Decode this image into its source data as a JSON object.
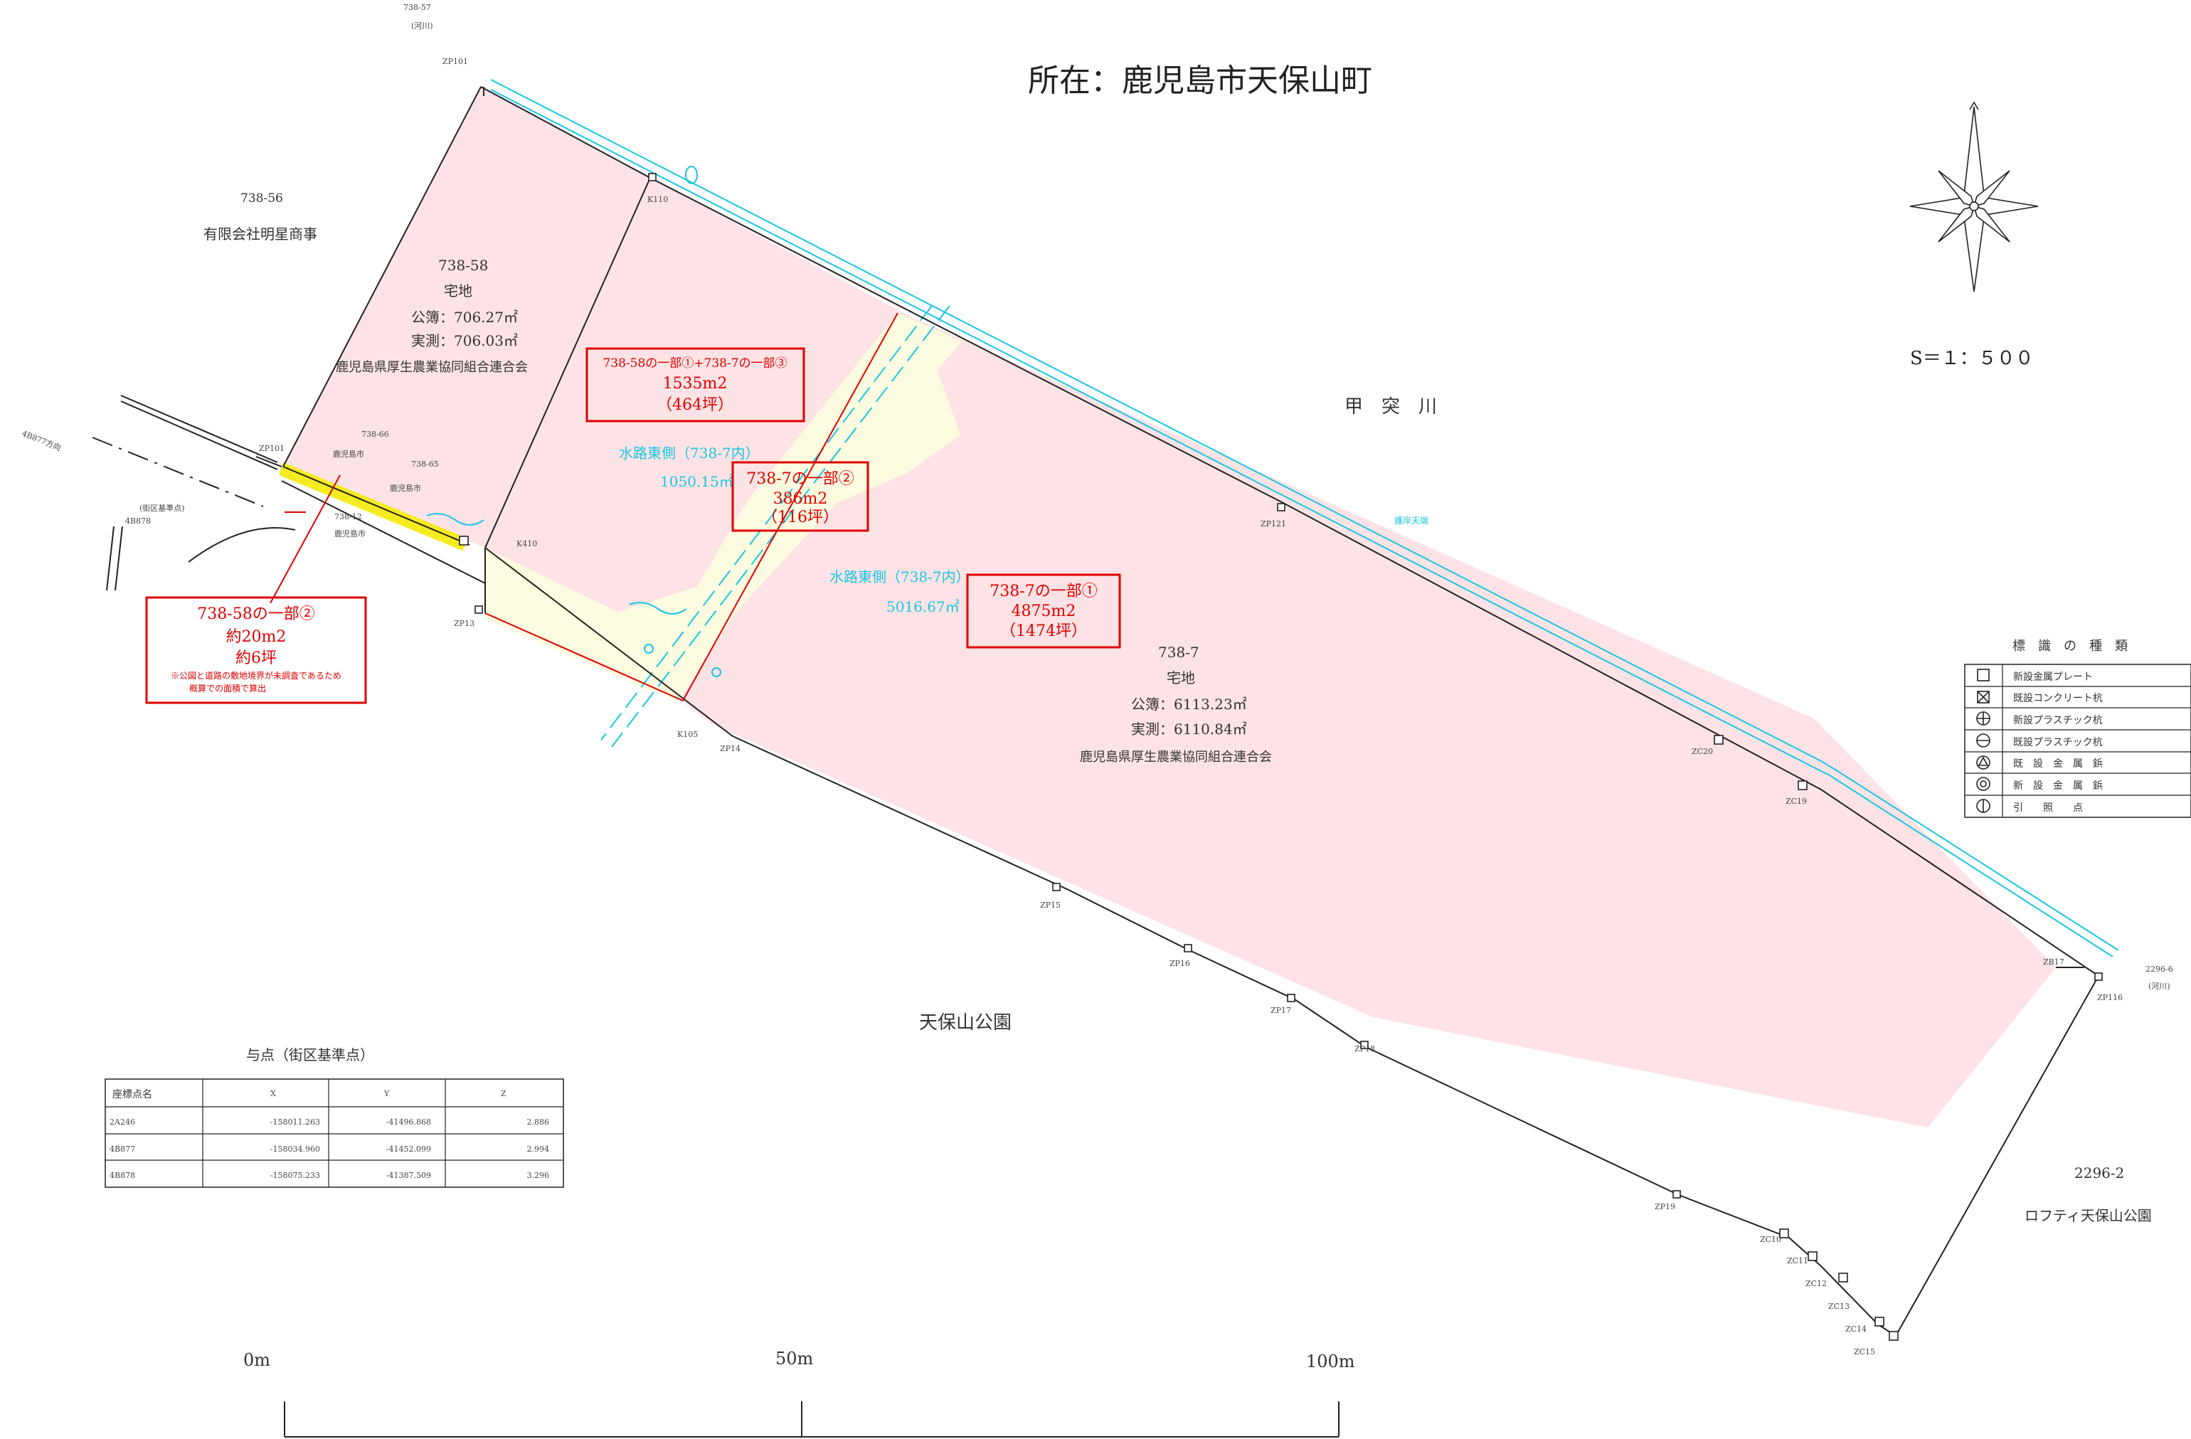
{
  "header": {
    "location_title": "所在：鹿児島市天保山町"
  },
  "scale": {
    "text": "S＝１：５００",
    "bar_labels": [
      "0m",
      "50m",
      "100m"
    ]
  },
  "colors": {
    "parcel_fill": "#fde3e5",
    "road_fill": "#fdfbe0",
    "strip_fill": "#f4ec1f",
    "waterway": "#17c7e0",
    "callout": "#e00000",
    "boundary": "#222222"
  },
  "top_labels": {
    "code": "738-57",
    "kasen": "(河川)",
    "point": "ZP101"
  },
  "parcels": {
    "p738_56": {
      "number": "738-56",
      "owner": "有限会社明星商事"
    },
    "p738_58": {
      "number": "738-58",
      "use": "宅地",
      "koubo": "公簿：706.27㎡",
      "jissoku": "実測：706.03㎡",
      "owner": "鹿児島県厚生農業協同組合連合会"
    },
    "p738_7": {
      "number": "738-7",
      "use": "宅地",
      "koubo": "公簿：6113.23㎡",
      "jissoku": "実測：6110.84㎡",
      "owner": "鹿児島県厚生農業協同組合連合会"
    },
    "small": {
      "p738_66": "738-66",
      "p738_65": "738-65",
      "kagoshima1": "鹿児島市",
      "kagoshima2": "鹿児島市",
      "p738_12": "738-12",
      "kagoshima3": "鹿児島市"
    }
  },
  "places": {
    "kotsuki_river": "甲　突　川",
    "tenpozan_park": "天保山公園",
    "loft_code": "2296-2",
    "loft_name": "ロフティ天保山公園",
    "right_code": "2296-6",
    "right_kasen": "(河川)",
    "left_direction": "4B877方向",
    "left_ref": "(街区基準点)",
    "left_ref_id": "4B878"
  },
  "waterway": {
    "west_name": "水路東側（738-7内）",
    "west_area": "1050.15㎡",
    "east_name": "水路東側（738-7内）",
    "east_area": "5016.67㎡",
    "bridge_label": "護岸天端"
  },
  "callouts": {
    "combined": {
      "title": "738-58の一部①+738-7の一部③",
      "area": "1535m2",
      "tsubo": "（464坪）"
    },
    "part2": {
      "title": "738-7の一部②",
      "area": "386m2",
      "tsubo": "（116坪）"
    },
    "part1": {
      "title": "738-7の一部①",
      "area": "4875m2",
      "tsubo": "（1474坪）"
    },
    "part58": {
      "title": "738-58の一部②",
      "area": "約20m2",
      "tsubo": "約6坪",
      "note1": "※公図と道路の敷地境界が未調査であるため",
      "note2": "概算での面積で算出"
    }
  },
  "points": {
    "k110": "K110",
    "k105": "K105",
    "zp101b": "ZP101",
    "k410": "K410",
    "zp13": "ZP13",
    "zp14": "ZP14",
    "zp121": "ZP121",
    "zp15": "ZP15",
    "zp16": "ZP16",
    "zp17": "ZP17",
    "zp18": "ZP18",
    "zp19": "ZP19",
    "zc20": "ZC20",
    "zc19": "ZC19",
    "zb17": "ZB17",
    "zp116": "ZP116",
    "zc10": "ZC10",
    "zc11": "ZC11",
    "zc12": "ZC12",
    "zc13": "ZC13",
    "zc14": "ZC14",
    "zc15": "ZC15"
  },
  "legend": {
    "title": "標　識　の　種　類",
    "items": [
      {
        "icon": "square-icon",
        "label": "新設金属プレート"
      },
      {
        "icon": "crossed-square-icon",
        "label": "既設コンクリート杭"
      },
      {
        "icon": "circle-plus-icon",
        "label": "新設プラスチック杭"
      },
      {
        "icon": "circle-minus-icon",
        "label": "既設プラスチック杭"
      },
      {
        "icon": "circle-triangle-icon",
        "label": "既　設　金　属　鋲"
      },
      {
        "icon": "double-circle-icon",
        "label": "新　設　金　属　鋲"
      },
      {
        "icon": "circle-bar-icon",
        "label": "引　　照　　点"
      }
    ]
  },
  "control_points": {
    "title": "与点（街区基準点）",
    "headers": [
      "座標点名",
      "X",
      "Y",
      "Z"
    ],
    "rows": [
      [
        "2A246",
        "-158011.263",
        "-41496.868",
        "2.886"
      ],
      [
        "4B877",
        "-158034.960",
        "-41452.099",
        "2.994"
      ],
      [
        "4B878",
        "-158075.233",
        "-41387.509",
        "3.296"
      ]
    ]
  }
}
